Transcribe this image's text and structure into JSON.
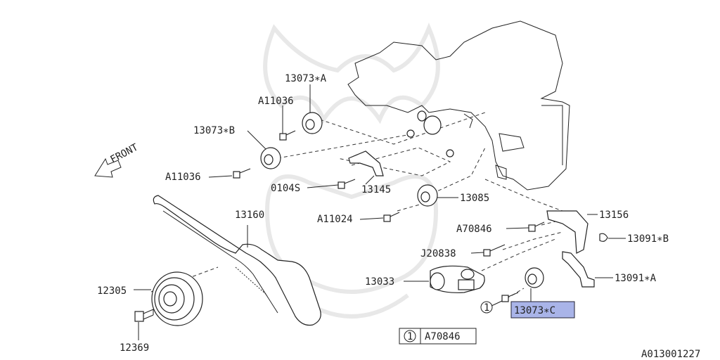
{
  "direction_label": "FRONT",
  "diagram_id": "A013001227",
  "legend": {
    "marker": "1",
    "part": "A70846"
  },
  "callout_marker": "1",
  "labels": {
    "p13073A": "13073∗A",
    "p11036a": "A11036",
    "p13073B": "13073∗B",
    "p11036b": "A11036",
    "p0104S": "0104S",
    "p13145": "13145",
    "p13085": "13085",
    "p11024": "A11024",
    "p13160": "13160",
    "p13156": "13156",
    "p70846": "A70846",
    "p13091B": "13091∗B",
    "p20838": "J20838",
    "p13033": "13033",
    "p13091A": "13091∗A",
    "p12305": "12305",
    "p13073C": "13073∗C",
    "p12369": "12369"
  },
  "highlight_color": "#a9b4e8"
}
